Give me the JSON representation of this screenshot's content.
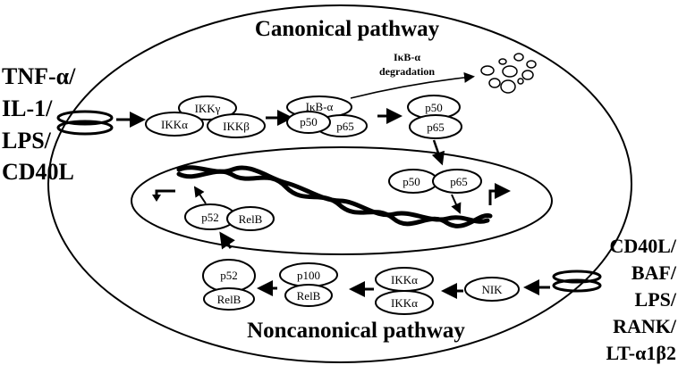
{
  "titles": {
    "canonical": "Canonical pathway",
    "noncanonical": "Noncanonical pathway"
  },
  "left_stimuli": [
    "TNF-α/",
    "IL-1/",
    "LPS/",
    "CD40L"
  ],
  "right_stimuli": [
    "CD40L/",
    "BAF/",
    "LPS/",
    "RANK/",
    "LT-α1β2"
  ],
  "degradation": [
    "IκB-α",
    "degradation"
  ],
  "canonical": {
    "ikk_gamma": "IKKγ",
    "ikk_alpha": "IKKα",
    "ikk_beta": "IKKβ",
    "ikb_alpha": "IκB-α",
    "p50": "p50",
    "p65": "p65"
  },
  "noncanonical": {
    "nik": "NIK",
    "ikk_alpha": "IKKα",
    "p100": "p100",
    "p52": "p52",
    "relb": "RelB"
  },
  "colors": {
    "line": "#000000",
    "fill": "#ffffff"
  },
  "icons": [
    "receptor-icon",
    "dna-helix-icon",
    "transcription-start-arrow-icon",
    "degradation-fragments-icon"
  ]
}
